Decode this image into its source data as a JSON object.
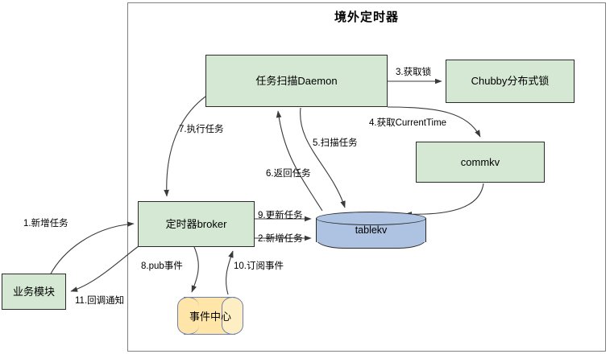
{
  "diagram": {
    "title": "境外定时器",
    "container_name": "境外定时器",
    "colors": {
      "node_fill_green": "#d5e8d4",
      "node_stroke": "#2b2b2b",
      "db_fill_blue": "#aec3e2",
      "queue_fill_yellow": "#ffe6a8",
      "queue_stroke": "#6c7fb0",
      "container_stroke": "#808080",
      "edge_stroke": "#3a3a3a",
      "background": "#ffffff"
    }
  },
  "nodes": [
    {
      "id": "daemon",
      "label": "任务扫描Daemon",
      "shape": "rect",
      "inside_container": true
    },
    {
      "id": "chubby",
      "label": "Chubby分布式锁",
      "shape": "rect",
      "inside_container": true
    },
    {
      "id": "commkv",
      "label": "commkv",
      "shape": "rect",
      "inside_container": true
    },
    {
      "id": "broker",
      "label": "定时器broker",
      "shape": "rect",
      "inside_container": true
    },
    {
      "id": "tablekv",
      "label": "tablekv",
      "shape": "cylinder-v",
      "inside_container": true
    },
    {
      "id": "eventhub",
      "label": "事件中心",
      "shape": "cylinder-h",
      "inside_container": true
    },
    {
      "id": "business",
      "label": "业务模块",
      "shape": "rect",
      "inside_container": false
    }
  ],
  "edges": [
    {
      "step": 1,
      "label": "1.新增任务",
      "from": "business",
      "to": "broker"
    },
    {
      "step": 2,
      "label": "2.新增任务",
      "from": "broker",
      "to": "tablekv"
    },
    {
      "step": 3,
      "label": "3.获取锁",
      "from": "daemon",
      "to": "chubby"
    },
    {
      "step": 4,
      "label": "4.获取CurrentTime",
      "from": "daemon",
      "to": "commkv"
    },
    {
      "step": 5,
      "label": "5.扫描任务",
      "from": "daemon",
      "to": "tablekv"
    },
    {
      "step": 6,
      "label": "6.返回任务",
      "from": "tablekv",
      "to": "daemon"
    },
    {
      "step": 7,
      "label": "7.执行任务",
      "from": "daemon",
      "to": "broker"
    },
    {
      "step": 8,
      "label": "8.pub事件",
      "from": "broker",
      "to": "eventhub"
    },
    {
      "step": 9,
      "label": "9.更新任务",
      "from": "broker",
      "to": "tablekv"
    },
    {
      "step": 10,
      "label": "10.订阅事件",
      "from": "eventhub",
      "to": "broker"
    },
    {
      "step": 11,
      "label": "11.回调通知",
      "from": "broker",
      "to": "business"
    }
  ],
  "extra_edges": [
    {
      "label": "",
      "from": "commkv",
      "to": "tablekv"
    }
  ]
}
